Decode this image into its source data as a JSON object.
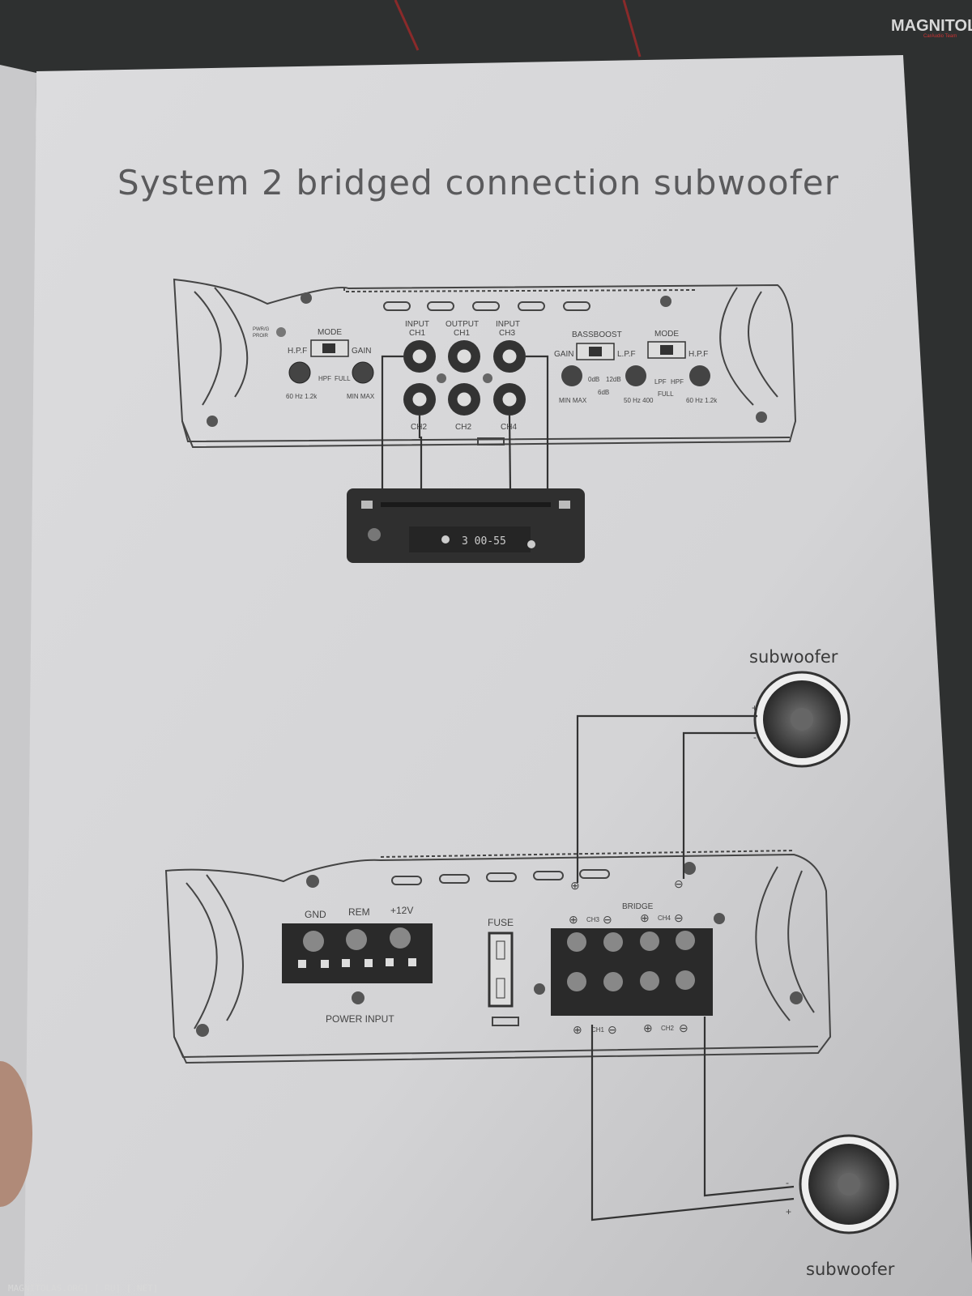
{
  "page": {
    "title": "System 2 bridged connection subwoofer",
    "watermark_logo": "MAGNITOLA",
    "watermark_logo_sub": "CarAudio Team",
    "watermark_footer": "MAGNITOLAS.ORG] [.RU] [.NET]"
  },
  "amp_top": {
    "pwr_label": "PWR/G",
    "prot_label": "PROIR",
    "left_mode": "MODE",
    "left_hpf": "H.P.F",
    "left_gain": "GAIN",
    "left_hpf_pos": "HPF",
    "left_full_pos": "FULL",
    "left_freq_range": "60 Hz 1.2k",
    "left_gain_range": "MIN MAX",
    "input_ch1": [
      "INPUT",
      "CH1"
    ],
    "output_ch1": [
      "OUTPUT",
      "CH1"
    ],
    "input_ch3": [
      "INPUT",
      "CH3"
    ],
    "bottom_row": [
      "CH2",
      "CH2",
      "CH4"
    ],
    "bassboost": "BASSBOOST",
    "right_gain": "GAIN",
    "right_lpf": "L.P.F",
    "right_mode": "MODE",
    "right_hpf": "H.P.F",
    "bb_0db": "0dB",
    "bb_12db": "12dB",
    "bb_6db": "6dB",
    "right_gain_range": "MIN MAX",
    "lpf_range": "50 Hz 400",
    "lpf_pos": "LPF",
    "hpf_pos": "HPF",
    "full_pos": "FULL",
    "right_freq_range": "60 Hz 1.2k"
  },
  "head_unit": {
    "display": "3 00-55"
  },
  "amp_bottom": {
    "gnd": "GND",
    "rem": "REM",
    "v12": "+12V",
    "power_input": "POWER INPUT",
    "fuse": "FUSE",
    "bridge": "BRIDGE",
    "ch3": "CH3",
    "ch4": "CH4",
    "ch1": "CH1",
    "ch2": "CH2"
  },
  "speakers": [
    {
      "label": "subwoofer",
      "plus": "+",
      "minus": "-"
    },
    {
      "label": "subwoofer",
      "plus": "+",
      "minus": "-"
    }
  ]
}
